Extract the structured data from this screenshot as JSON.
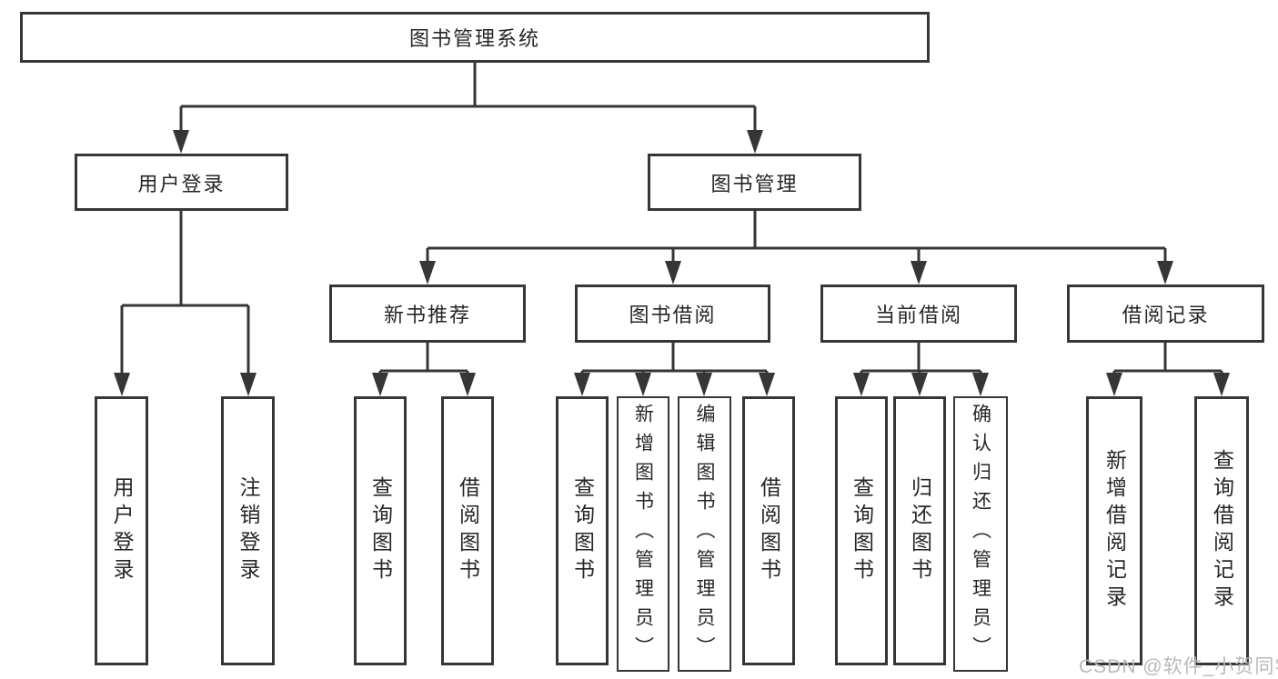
{
  "diagram": {
    "tree": {
      "label": "图书管理系统",
      "children": [
        {
          "label": "用户登录",
          "children": [
            {
              "label": "用户登录"
            },
            {
              "label": "注销登录"
            }
          ]
        },
        {
          "label": "图书管理",
          "children": [
            {
              "label": "新书推荐",
              "children": [
                {
                  "label": "查询图书"
                },
                {
                  "label": "借阅图书"
                }
              ]
            },
            {
              "label": "图书借阅",
              "children": [
                {
                  "label": "查询图书"
                },
                {
                  "label": "新增图书（管理员）"
                },
                {
                  "label": "编辑图书（管理员）"
                },
                {
                  "label": "借阅图书"
                }
              ]
            },
            {
              "label": "当前借阅",
              "children": [
                {
                  "label": "查询图书"
                },
                {
                  "label": "归还图书"
                },
                {
                  "label": "确认归还（管理员）"
                }
              ]
            },
            {
              "label": "借阅记录",
              "children": [
                {
                  "label": "新增借阅记录"
                },
                {
                  "label": "查询借阅记录"
                }
              ]
            }
          ]
        }
      ]
    },
    "watermark": "CSDN @软件_小贺同学",
    "colors": {
      "line": "#363636",
      "text": "#262626",
      "watermark": "#b9b9b9",
      "background": "#ffffff"
    }
  }
}
